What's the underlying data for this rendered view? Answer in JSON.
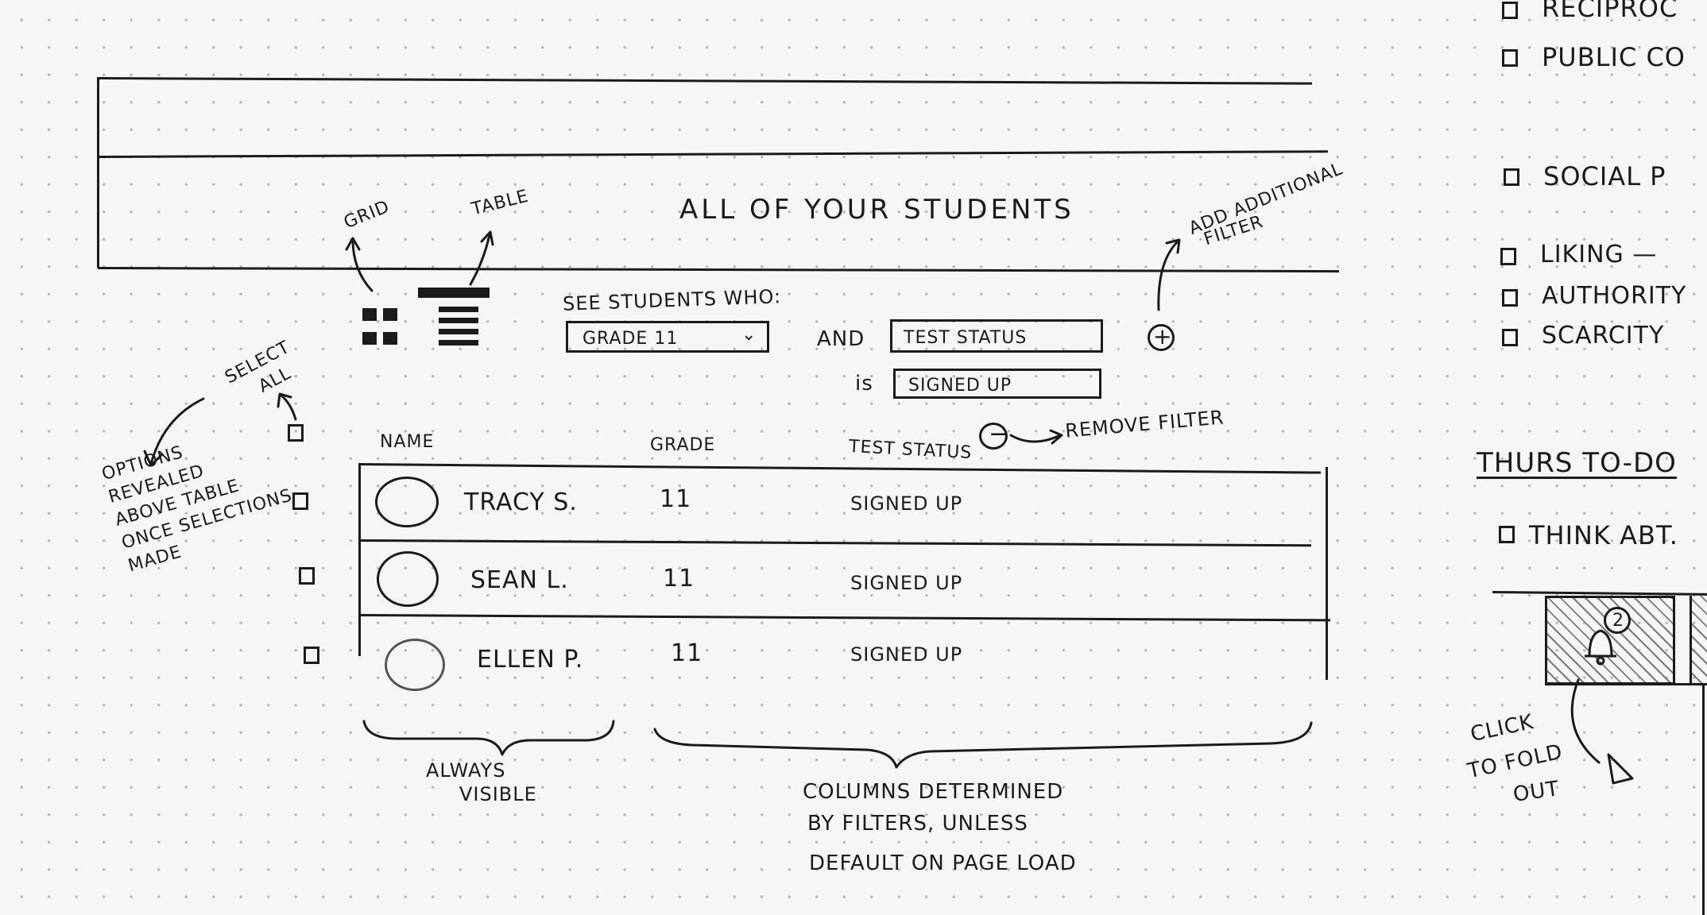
{
  "header": {
    "title": "ALL OF YOUR STUDENTS",
    "grid_label": "GRID",
    "table_label": "TABLE",
    "add_filter_note": [
      "ADD ADDITIONAL",
      "FILTER"
    ]
  },
  "filters": {
    "see_label": "SEE STUDENTS WHO:",
    "grade_select": "GRADE 11",
    "and_label": "AND",
    "test_status_field": "TEST STATUS",
    "is_label": "is",
    "signed_up_field": "SIGNED UP",
    "remove_filter_note": "REMOVE FILTER"
  },
  "select_all_note": [
    "SELECT",
    "ALL"
  ],
  "options_note": [
    "OPTIONS",
    "REVEALED",
    "ABOVE TABLE",
    "ONCE SELECTIONS",
    "MADE"
  ],
  "table": {
    "columns": [
      "NAME",
      "GRADE",
      "TEST STATUS"
    ],
    "rows": [
      {
        "name": "TRACY S.",
        "grade": "11",
        "status": "SIGNED UP"
      },
      {
        "name": "SEAN L.",
        "grade": "11",
        "status": "SIGNED UP"
      },
      {
        "name": "ELLEN P.",
        "grade": "11",
        "status": "SIGNED UP"
      }
    ]
  },
  "annotations": {
    "always_visible": [
      "ALWAYS",
      "VISIBLE"
    ],
    "columns_note": [
      "COLUMNS DETERMINED",
      "BY FILTERS, UNLESS",
      "DEFAULT ON PAGE LOAD"
    ]
  },
  "side_list": {
    "items": [
      "RECIPROC",
      "PUBLIC CO",
      "SOCIAL P",
      "LIKING —",
      "AUTHORITY",
      "SCARCITY"
    ]
  },
  "todo": {
    "title": "THURS TO-DO",
    "items": [
      "THINK ABT."
    ],
    "badge": "2",
    "click_note": [
      "CLICK",
      "TO FOLD",
      "OUT"
    ]
  }
}
